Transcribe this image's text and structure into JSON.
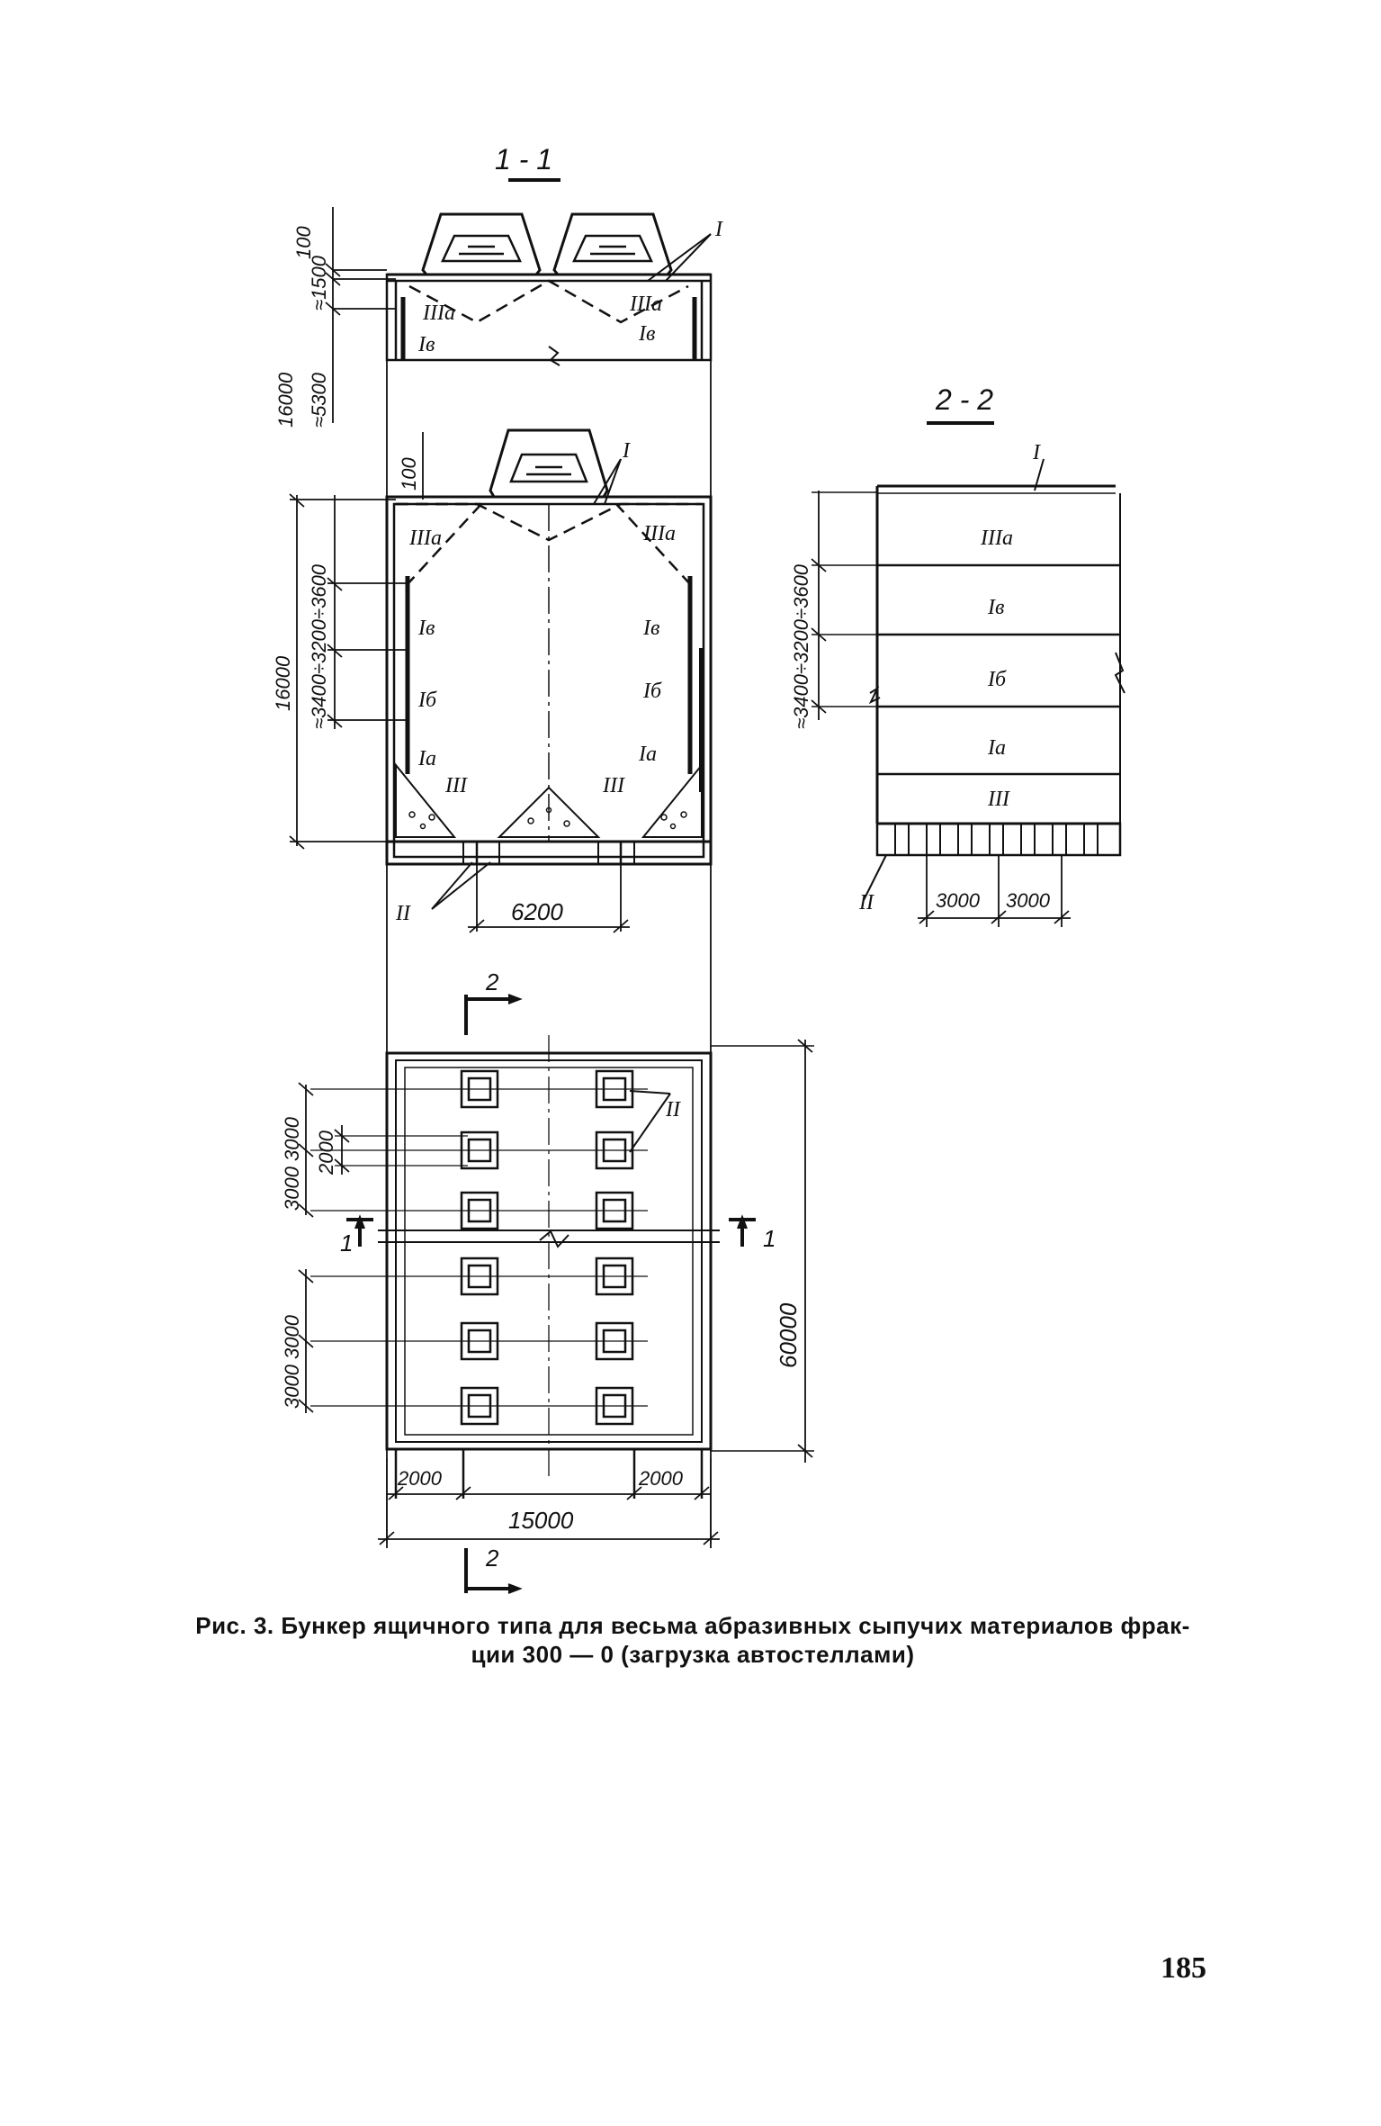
{
  "sections": {
    "s11": "1 - 1",
    "s22": "2 - 2",
    "cut2": "2",
    "cut1": "1"
  },
  "dims": {
    "top_100": "100",
    "top_1500": "≈1500",
    "top_16000": "16000",
    "top_5300": "≈5300",
    "mid_100": "100",
    "mid_16000": "16000",
    "mid_levels": "≈3400÷3200÷3600",
    "w6200": "6200",
    "s22_levels": "≈3400÷3200÷3600",
    "s22_3000a": "3000",
    "s22_3000b": "3000",
    "plan_3000_3000_top": "3000 3000",
    "plan_2000": "2000",
    "plan_3000_3000_bot": "3000 3000",
    "plan_60000": "60000",
    "plan_2000_left": "2000",
    "plan_2000_right": "2000",
    "plan_15000": "15000"
  },
  "labels": {
    "I": "I",
    "II": "II",
    "III": "III",
    "IIIa": "IIIа",
    "Ia": "Iа",
    "Ib": "Iб",
    "Iv": "Iв"
  },
  "caption": {
    "line1": "Рис. 3. Бункер ящичного типа для весьма абразивных сыпучих материалов фрак-",
    "line2": "ции  300 — 0  (загрузка  автостеллами)"
  },
  "page_number": "185"
}
